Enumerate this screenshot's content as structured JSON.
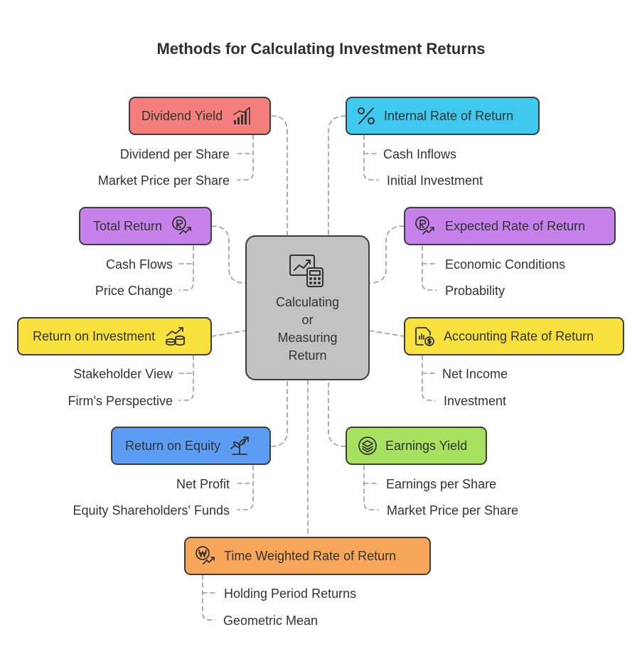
{
  "title": "Methods for Calculating Investment Returns",
  "center": {
    "label": "Calculating\nor\nMeasuring\nReturn",
    "icon": "chart-calculator-icon",
    "color": "#c2c2c2"
  },
  "methods": [
    {
      "id": "dividend-yield",
      "label": "Dividend Yield",
      "icon": "bar-chart-icon",
      "color": "#f57f7d",
      "children": [
        "Dividend per Share",
        "Market Price per Share"
      ]
    },
    {
      "id": "internal-rate-of-return",
      "label": "Internal Rate of Return",
      "icon": "percent-icon",
      "color": "#3fc9ef",
      "children": [
        "Cash Inflows",
        "Initial Investment"
      ]
    },
    {
      "id": "total-return",
      "label": "Total Return",
      "icon": "rupee-growth-icon",
      "color": "#c681ea",
      "children": [
        "Cash Flows",
        "Price Change"
      ]
    },
    {
      "id": "expected-rate-of-return",
      "label": "Expected Rate of Return",
      "icon": "rupee-growth-icon",
      "color": "#c681ea",
      "children": [
        "Economic Conditions",
        "Probability"
      ]
    },
    {
      "id": "return-on-investment",
      "label": "Return on Investment",
      "icon": "coins-growth-icon",
      "color": "#f8e13d",
      "children": [
        "Stakeholder View",
        "Firm's Perspective"
      ]
    },
    {
      "id": "accounting-rate-of-return",
      "label": "Accounting Rate of Return",
      "icon": "financial-report-icon",
      "color": "#f8e13d",
      "children": [
        "Net Income",
        "Investment"
      ]
    },
    {
      "id": "return-on-equity",
      "label": "Return on Equity",
      "icon": "plant-growth-icon",
      "color": "#5b9df5",
      "children": [
        "Net Profit",
        "Equity Shareholders' Funds"
      ]
    },
    {
      "id": "earnings-yield",
      "label": "Earnings Yield",
      "icon": "layers-icon",
      "color": "#a8e060",
      "children": [
        "Earnings per Share",
        "Market Price per Share"
      ]
    },
    {
      "id": "time-weighted-rate-of-return",
      "label": "Time Weighted Rate of Return",
      "icon": "won-growth-icon",
      "color": "#f7a65a",
      "children": [
        "Holding Period Returns",
        "Geometric Mean"
      ]
    }
  ]
}
